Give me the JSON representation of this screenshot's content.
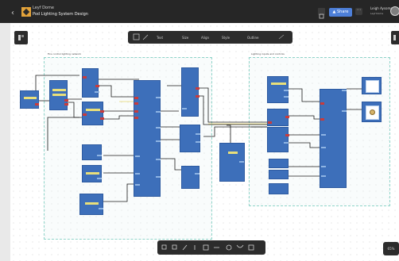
{
  "header": {
    "company": "Leyf Dome",
    "project": "Pod Lighting System Design",
    "share_label": "Share",
    "user_name": "Leigh Aysome",
    "user_company": "Leyf Dome"
  },
  "zoom": {
    "label": "65%"
  },
  "groups": [
    {
      "label": "Fire control lighting network"
    },
    {
      "label": "Lighting inputs and controls"
    }
  ],
  "toolbar_top": {
    "items": [
      "Text",
      "Size",
      "Align",
      "Style",
      "Outline"
    ]
  },
  "colors": {
    "node": "#3d6fba",
    "badge": "#e9df7a",
    "port": "#c93b3b",
    "wire": "#1a1a1a",
    "group_border": "#8fd4c9",
    "topbar": "#262626",
    "share": "#4d7fd8"
  }
}
